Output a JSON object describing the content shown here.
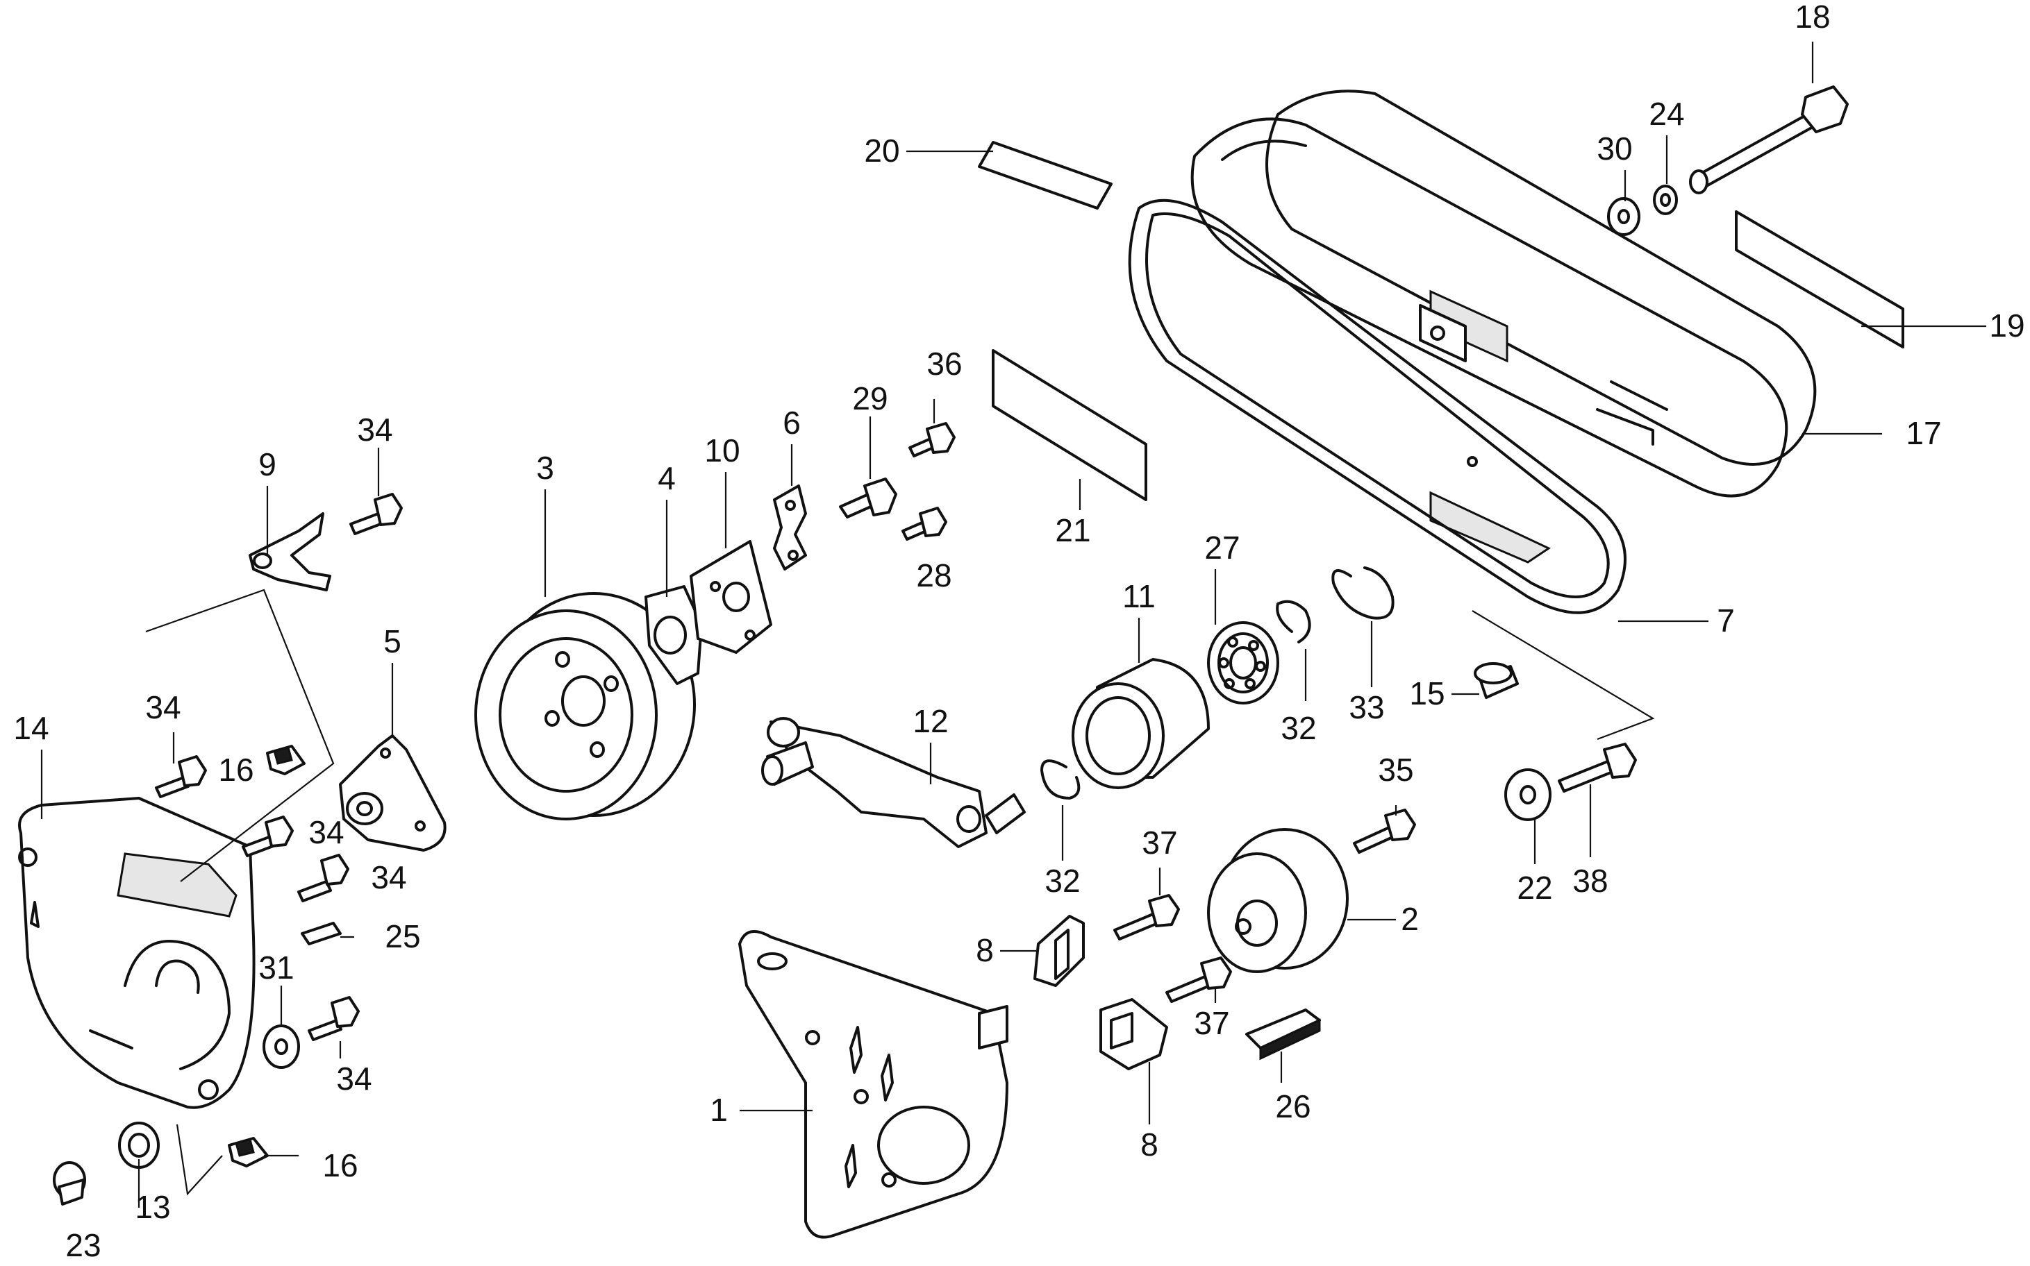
{
  "labels": {
    "p1": "1",
    "p2": "2",
    "p3": "3",
    "p4": "4",
    "p5": "5",
    "p6": "6",
    "p7": "7",
    "p8a": "8",
    "p8b": "8",
    "p9": "9",
    "p10": "10",
    "p11": "11",
    "p12": "12",
    "p13": "13",
    "p14": "14",
    "p15": "15",
    "p16a": "16",
    "p16b": "16",
    "p17": "17",
    "p18": "18",
    "p19": "19",
    "p20": "20",
    "p21": "21",
    "p22": "22",
    "p23": "23",
    "p24": "24",
    "p25": "25",
    "p26": "26",
    "p27": "27",
    "p28": "28",
    "p29": "29",
    "p30": "30",
    "p31": "31",
    "p32a": "32",
    "p32b": "32",
    "p33": "33",
    "p34a": "34",
    "p34b": "34",
    "p34c": "34",
    "p34d": "34",
    "p34e": "34",
    "p35": "35",
    "p36": "36",
    "p37a": "37",
    "p37b": "37",
    "p38": "38"
  }
}
